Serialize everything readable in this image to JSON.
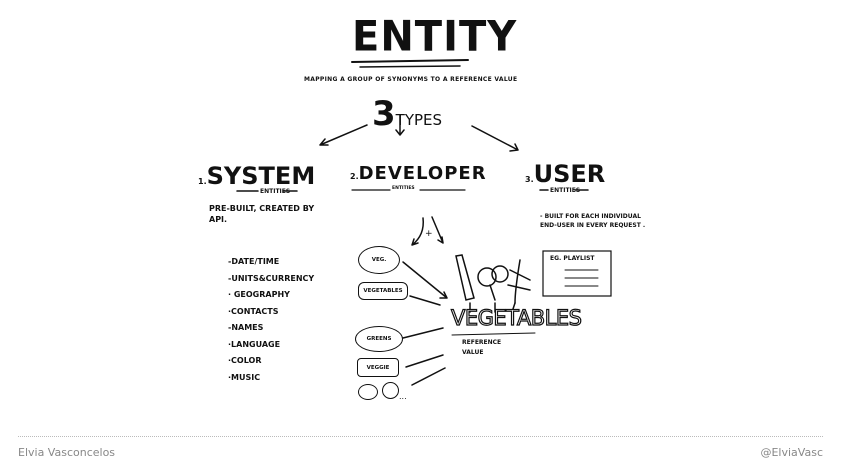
{
  "title": "ENTITY",
  "subtitle": "MAPPING A GROUP OF SYNONYMS TO A REFERENCE VALUE",
  "types": {
    "number": "3",
    "label": "TYPES"
  },
  "columns": [
    {
      "number": "1.",
      "name": "SYSTEM",
      "tag": "ENTITIES",
      "description": "PRE-BUILT, CREATED BY API.",
      "items": [
        "-DATE/TIME",
        "-UNITS&CURRENCY",
        "· GEOGRAPHY",
        "·CONTACTS",
        "-NAMES",
        "·LANGUAGE",
        "·COLOR",
        "·MUSIC"
      ]
    },
    {
      "number": "2.",
      "name": "DEVELOPER",
      "tag": "ENTITIES",
      "plus": "+",
      "synonyms": [
        "VEG.",
        "VEGETABLES",
        "GREENS",
        "VEGGIE"
      ],
      "ellipsis": "...",
      "reference": "VEGETABLES",
      "reference_label": "REFERENCE VALUE"
    },
    {
      "number": "3.",
      "name": "USER",
      "tag": "ENTITIES",
      "description": "- BUILT FOR EACH INDIVIDUAL END-USER IN EVERY REQUEST .",
      "example": "EG. PLAYLIST"
    }
  ],
  "footer": {
    "author": "Elvia Vasconcelos",
    "handle": "@ElviaVasc"
  }
}
